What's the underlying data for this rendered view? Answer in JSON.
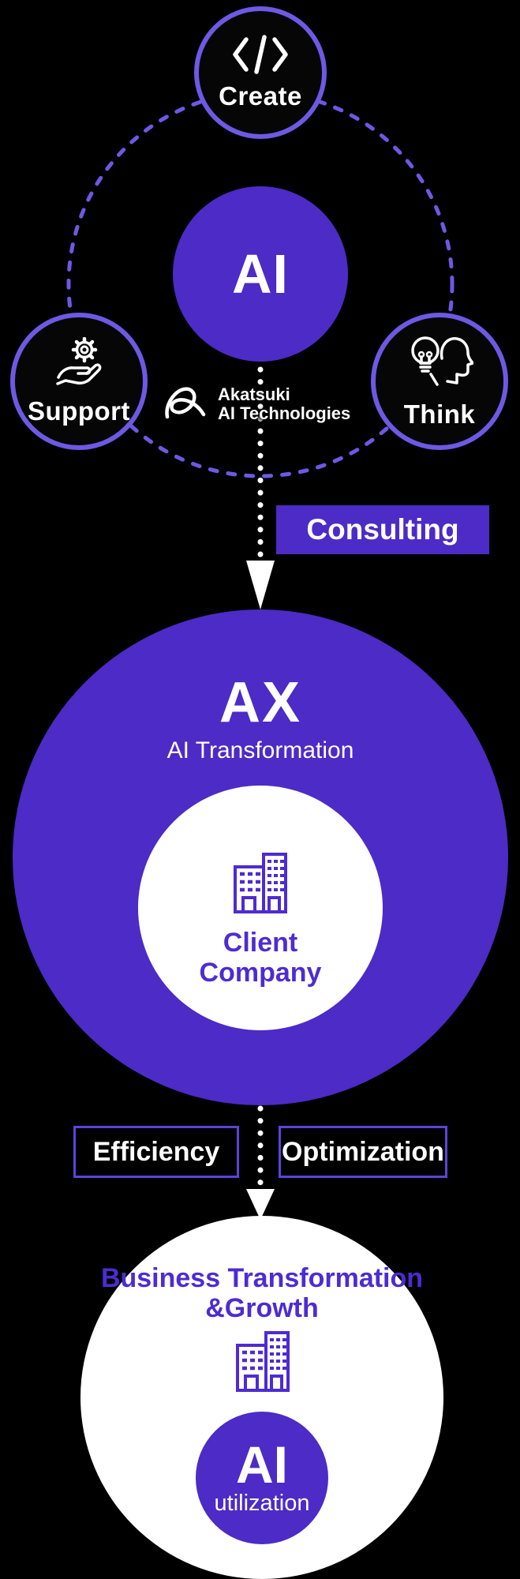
{
  "colors": {
    "background": "#000000",
    "accent": "#4C2BC6",
    "ring": "#6D59E4",
    "box_border": "#5B44DB",
    "purple_text": "#4E2BD2",
    "white": "#FFFFFF"
  },
  "orbit": {
    "center_label": "AI",
    "nodes": {
      "create": {
        "label": "Create",
        "icon": "code-icon"
      },
      "support": {
        "label": "Support",
        "icon": "hand-gear-icon"
      },
      "think": {
        "label": "Think",
        "icon": "lightbulb-head-icon"
      }
    },
    "brand": {
      "line1": "Akatsuki",
      "line2": "AI Technologies",
      "icon": "akatsuki-logo-icon"
    }
  },
  "flow": {
    "consulting": "Consulting",
    "ax_title": "AX",
    "ax_subtitle": "AI Transformation",
    "client_line1": "Client",
    "client_line2": "Company",
    "client_icon": "building-icon",
    "efficiency": "Efficiency",
    "optimization": "Optimization",
    "result_line1": "Business Transformation",
    "result_line2": "&Growth",
    "result_icon": "building-icon",
    "ai_label": "AI",
    "ai_sublabel": "utilization",
    "arrow_icon": "dotted-arrow-down-icon"
  }
}
